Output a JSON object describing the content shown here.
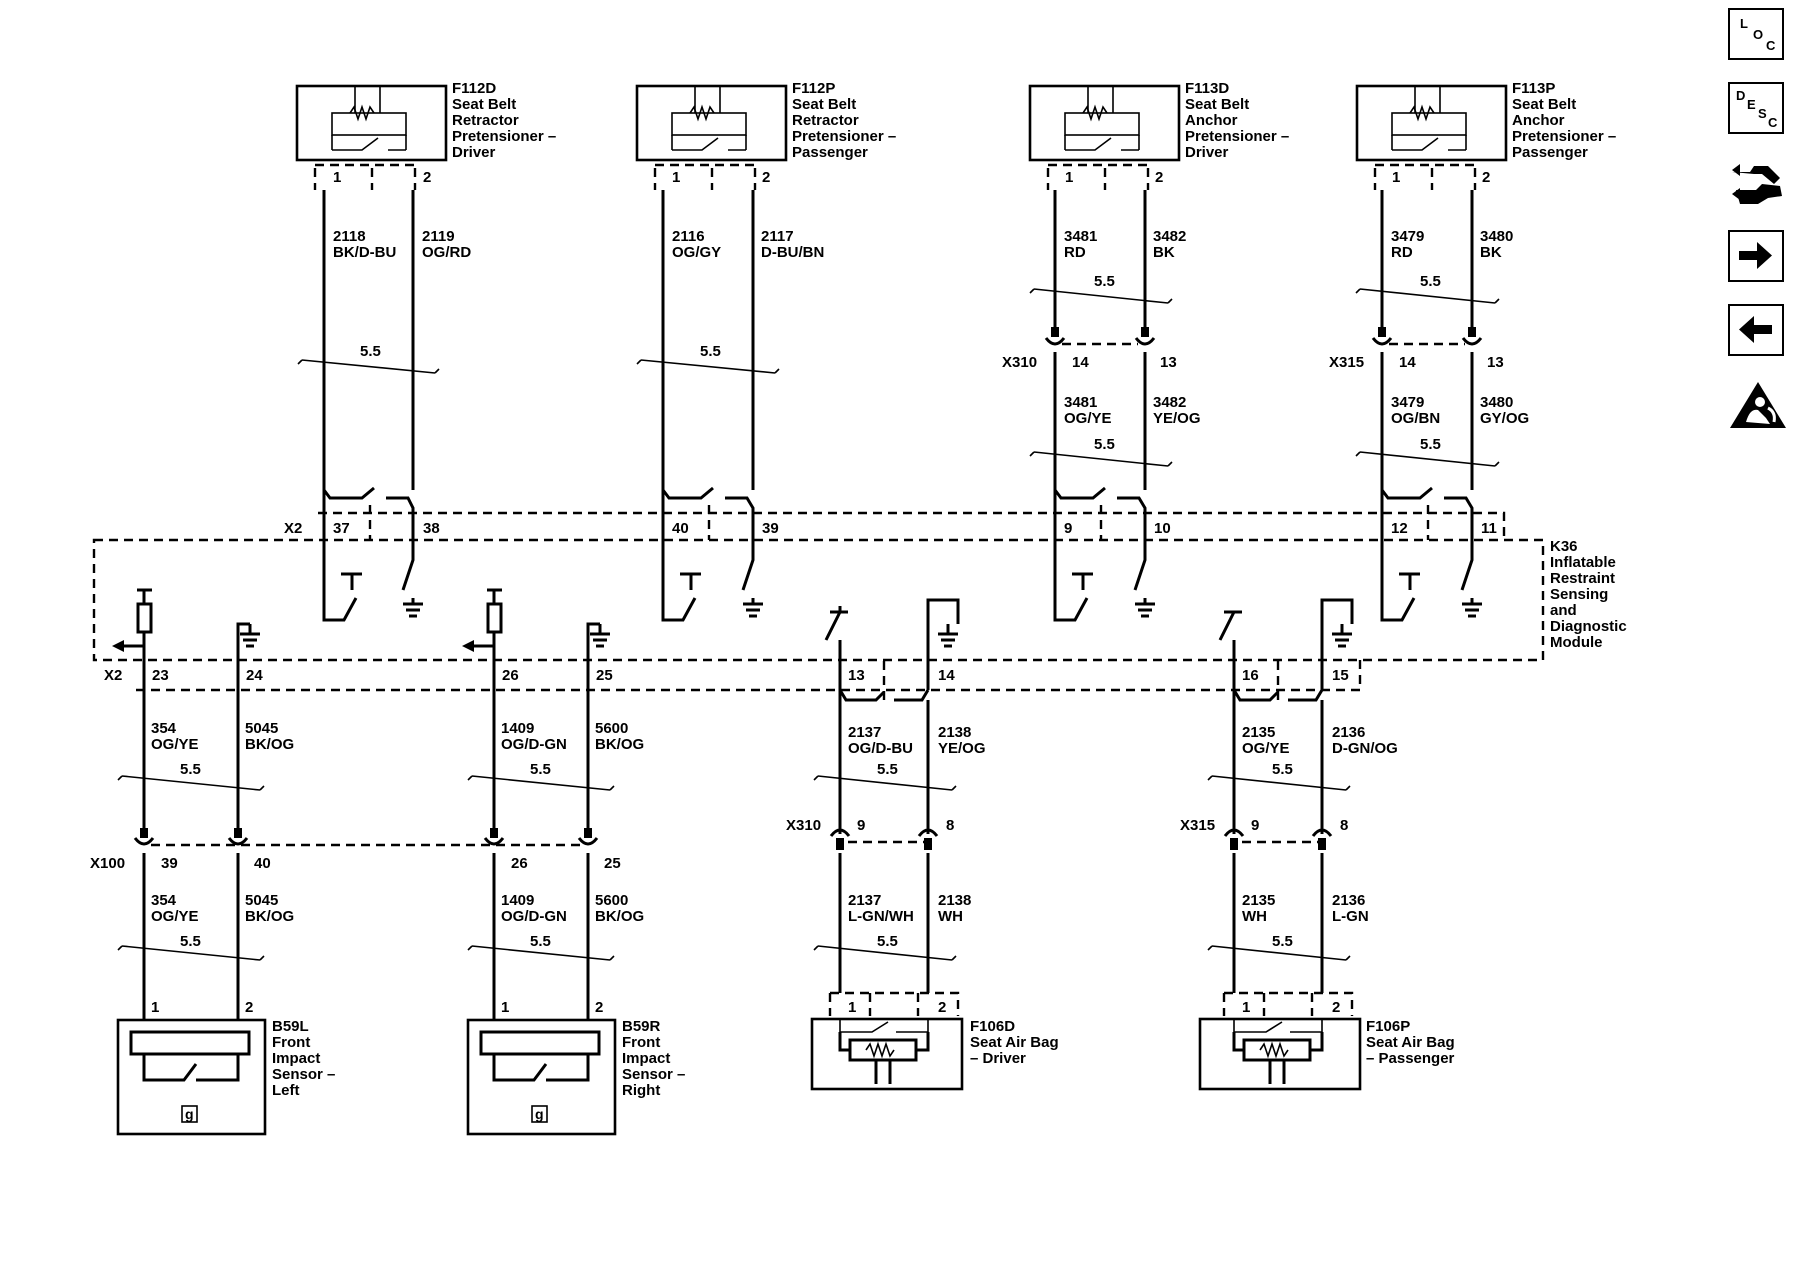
{
  "components": {
    "f112d": {
      "id": "F112D",
      "lines": [
        "Seat Belt",
        "Retractor",
        "Pretensioner –",
        "Driver"
      ],
      "pins": [
        "1",
        "2"
      ]
    },
    "f112p": {
      "id": "F112P",
      "lines": [
        "Seat Belt",
        "Retractor",
        "Pretensioner –",
        "Passenger"
      ],
      "pins": [
        "1",
        "2"
      ]
    },
    "f113d": {
      "id": "F113D",
      "lines": [
        "Seat Belt",
        "Anchor",
        "Pretensioner –",
        "Driver"
      ],
      "pins": [
        "1",
        "2"
      ]
    },
    "f113p": {
      "id": "F113P",
      "lines": [
        "Seat Belt",
        "Anchor",
        "Pretensioner –",
        "Passenger"
      ],
      "pins": [
        "1",
        "2"
      ]
    },
    "k36": {
      "id": "K36",
      "lines": [
        "Inflatable",
        "Restraint",
        "Sensing",
        "and",
        "Diagnostic",
        "Module"
      ]
    },
    "b59l": {
      "id": "B59L",
      "lines": [
        "Front",
        "Impact",
        "Sensor –",
        "Left"
      ],
      "pins": [
        "1",
        "2"
      ],
      "ground": "g"
    },
    "b59r": {
      "id": "B59R",
      "lines": [
        "Front",
        "Impact",
        "Sensor –",
        "Right"
      ],
      "pins": [
        "1",
        "2"
      ],
      "ground": "g"
    },
    "f106d": {
      "id": "F106D",
      "lines": [
        "Seat Air Bag",
        "– Driver"
      ],
      "pins": [
        "1",
        "2"
      ]
    },
    "f106p": {
      "id": "F106P",
      "lines": [
        "Seat Air Bag",
        "– Passenger"
      ],
      "pins": [
        "1",
        "2"
      ]
    }
  },
  "wires": {
    "w2118": {
      "num": "2118",
      "color": "BK/D-BU"
    },
    "w2119": {
      "num": "2119",
      "color": "OG/RD"
    },
    "w2116": {
      "num": "2116",
      "color": "OG/GY"
    },
    "w2117": {
      "num": "2117",
      "color": "D-BU/BN"
    },
    "w3481a": {
      "num": "3481",
      "color": "RD"
    },
    "w3482a": {
      "num": "3482",
      "color": "BK"
    },
    "w3479a": {
      "num": "3479",
      "color": "RD"
    },
    "w3480a": {
      "num": "3480",
      "color": "BK"
    },
    "w3481b": {
      "num": "3481",
      "color": "OG/YE"
    },
    "w3482b": {
      "num": "3482",
      "color": "YE/OG"
    },
    "w3479b": {
      "num": "3479",
      "color": "OG/BN"
    },
    "w3480b": {
      "num": "3480",
      "color": "GY/OG"
    },
    "w354a": {
      "num": "354",
      "color": "OG/YE"
    },
    "w5045a": {
      "num": "5045",
      "color": "BK/OG"
    },
    "w1409a": {
      "num": "1409",
      "color": "OG/D-GN"
    },
    "w5600a": {
      "num": "5600",
      "color": "BK/OG"
    },
    "w2137a": {
      "num": "2137",
      "color": "OG/D-BU"
    },
    "w2138a": {
      "num": "2138",
      "color": "YE/OG"
    },
    "w2135a": {
      "num": "2135",
      "color": "OG/YE"
    },
    "w2136a": {
      "num": "2136",
      "color": "D-GN/OG"
    },
    "w354b": {
      "num": "354",
      "color": "OG/YE"
    },
    "w5045b": {
      "num": "5045",
      "color": "BK/OG"
    },
    "w1409b": {
      "num": "1409",
      "color": "OG/D-GN"
    },
    "w5600b": {
      "num": "5600",
      "color": "BK/OG"
    },
    "w2137b": {
      "num": "2137",
      "color": "L-GN/WH"
    },
    "w2138b": {
      "num": "2138",
      "color": "WH"
    },
    "w2135b": {
      "num": "2135",
      "color": "WH"
    },
    "w2136b": {
      "num": "2136",
      "color": "L-GN"
    }
  },
  "gauge": "5.5",
  "connectors": {
    "x2": "X2",
    "x310": "X310",
    "x315": "X315",
    "x100": "X100"
  },
  "pins": {
    "k36_top": [
      "37",
      "38",
      "40",
      "39",
      "9",
      "10",
      "12",
      "11"
    ],
    "k36_bottom": [
      "23",
      "24",
      "26",
      "25",
      "13",
      "14",
      "16",
      "15"
    ],
    "x310_top": [
      "14",
      "13"
    ],
    "x315_top": [
      "14",
      "13"
    ],
    "x100": [
      "39",
      "40",
      "26",
      "25"
    ],
    "x310_bottom": [
      "9",
      "8"
    ],
    "x315_bottom": [
      "9",
      "8"
    ]
  },
  "sidebar": {
    "loc": [
      "L",
      "O",
      "C"
    ],
    "desc": [
      "D",
      "E",
      "S",
      "C"
    ],
    "icons": [
      "connector-wrench-icon",
      "next-arrow-icon",
      "previous-arrow-icon",
      "airbag-warning-icon"
    ]
  }
}
